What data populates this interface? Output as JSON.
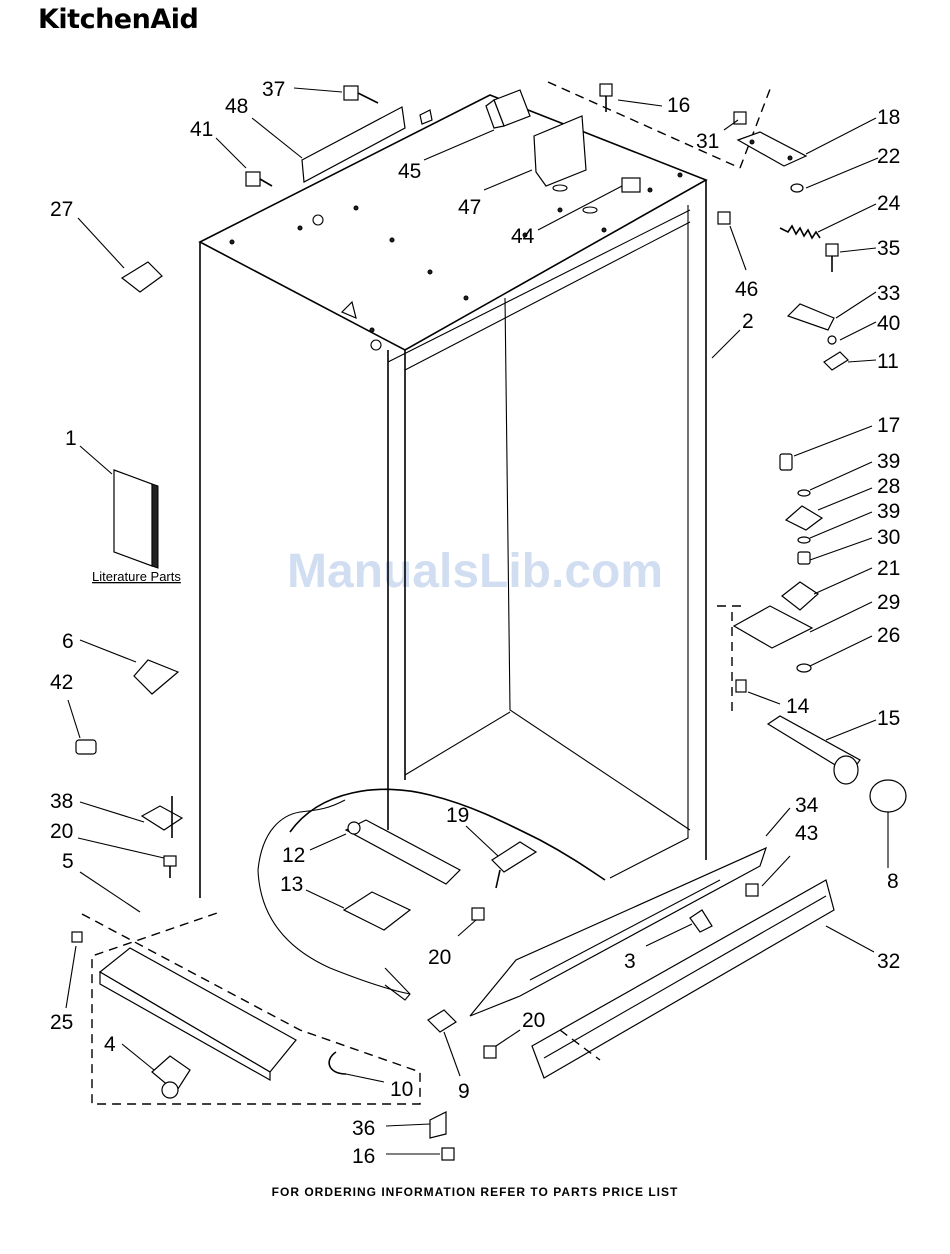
{
  "header": {
    "brand": "KitchenAid"
  },
  "watermark": "ManualsLib.com",
  "footer": "FOR ORDERING INFORMATION REFER TO PARTS PRICE LIST",
  "literature_label": "Literature Parts",
  "callouts": [
    "37",
    "48",
    "41",
    "45",
    "47",
    "44",
    "16",
    "31",
    "18",
    "22",
    "24",
    "46",
    "35",
    "33",
    "40",
    "11",
    "2",
    "27",
    "1",
    "17",
    "39",
    "28",
    "39",
    "30",
    "21",
    "29",
    "26",
    "6",
    "42",
    "14",
    "15",
    "38",
    "20",
    "5",
    "12",
    "19",
    "34",
    "43",
    "13",
    "8",
    "20",
    "3",
    "32",
    "25",
    "20",
    "4",
    "10",
    "9",
    "36",
    "16"
  ]
}
